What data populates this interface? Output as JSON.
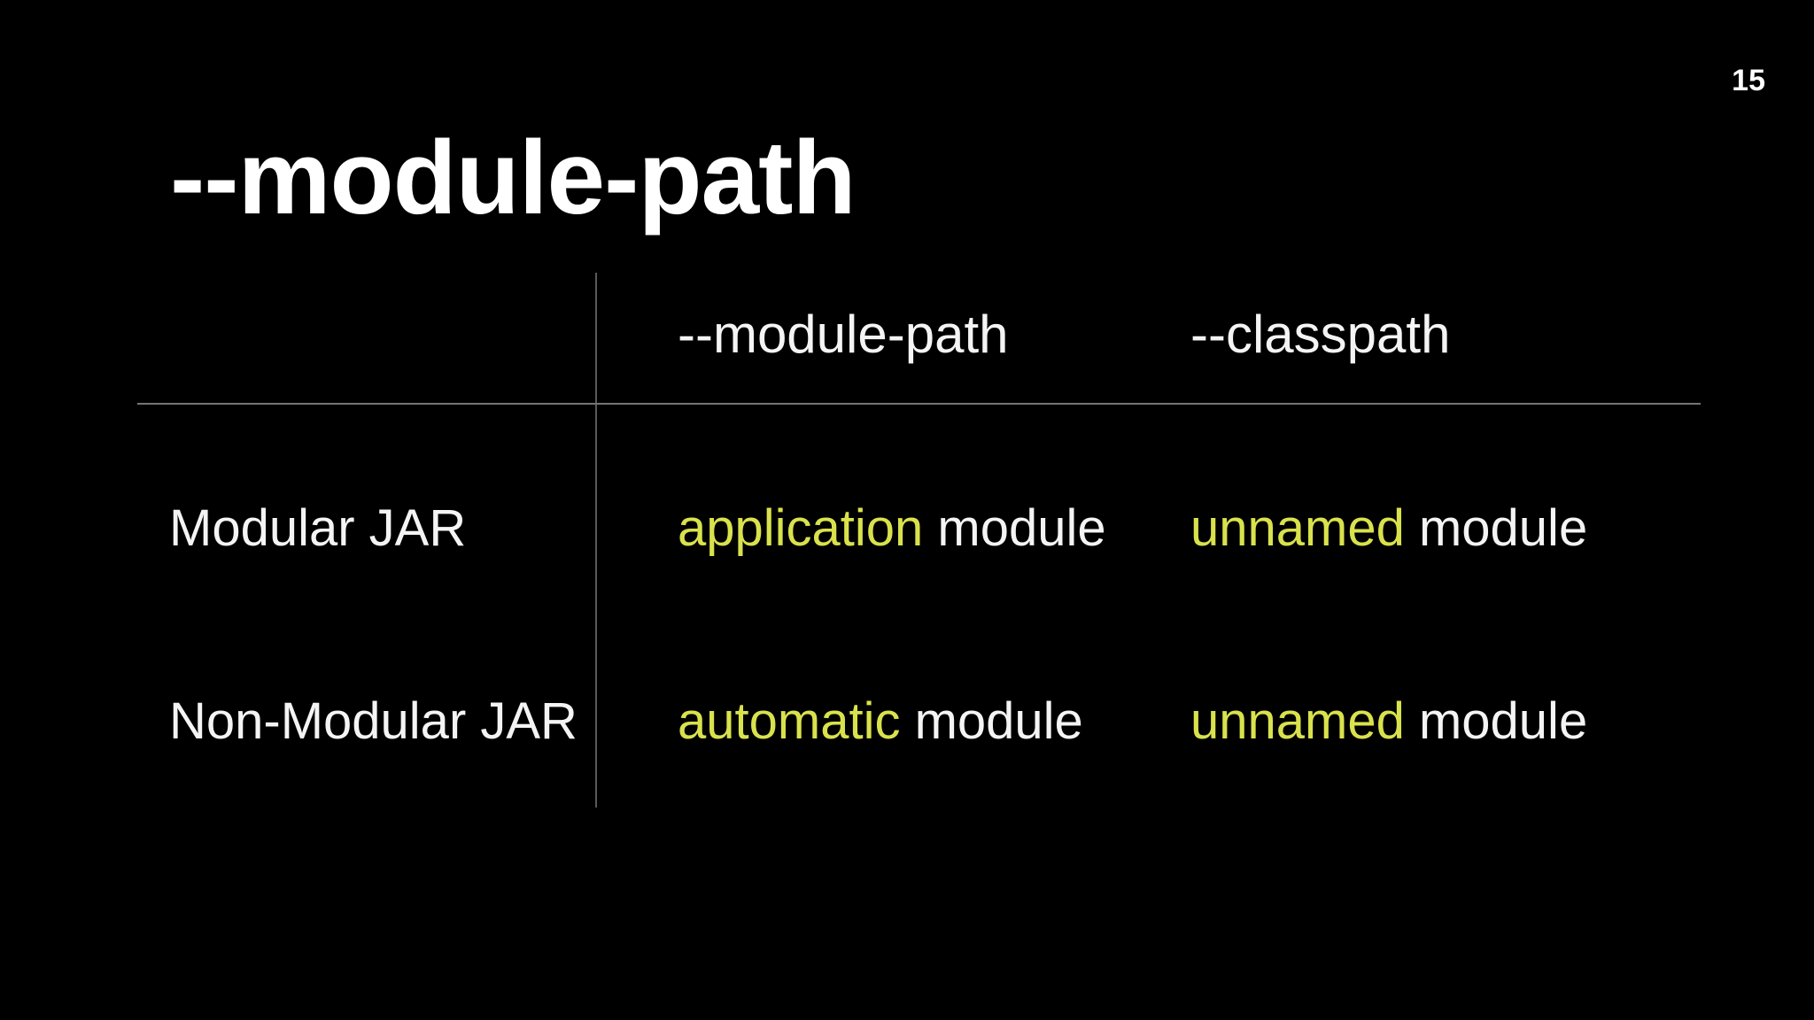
{
  "slide": {
    "page_number": "15",
    "title": "--module-path"
  },
  "table": {
    "columns": [
      "--module-path",
      "--classpath"
    ],
    "rows": [
      {
        "label": "Modular JAR",
        "cells": [
          {
            "highlight": "application",
            "rest": " module"
          },
          {
            "highlight": "unnamed",
            "rest": " module"
          }
        ]
      },
      {
        "label": "Non-Modular JAR",
        "cells": [
          {
            "highlight": "automatic",
            "rest": " module"
          },
          {
            "highlight": "unnamed",
            "rest": " module"
          }
        ]
      }
    ]
  },
  "colors": {
    "background": "#000000",
    "text": "#f4f4f4",
    "highlight": "#d9e24c",
    "vertical_rule": "#5a5a5a",
    "horizontal_rule": "#757575"
  }
}
